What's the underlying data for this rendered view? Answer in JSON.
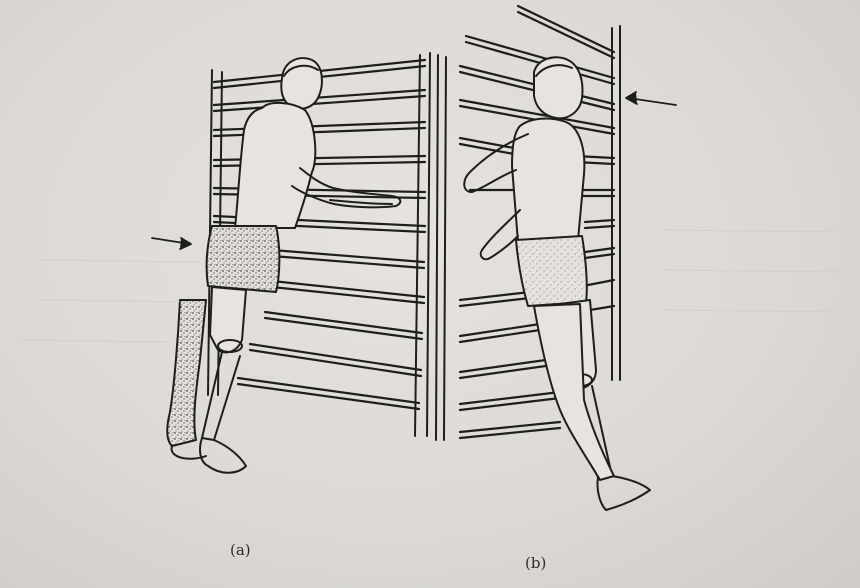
{
  "figure": {
    "panels": [
      {
        "id": "a",
        "label": "(a)"
      },
      {
        "id": "b",
        "label": "(b)"
      }
    ],
    "colors": {
      "ink": "#1e1e1e",
      "paper": "#dedbd6",
      "stipple": "#6e6c68"
    }
  }
}
